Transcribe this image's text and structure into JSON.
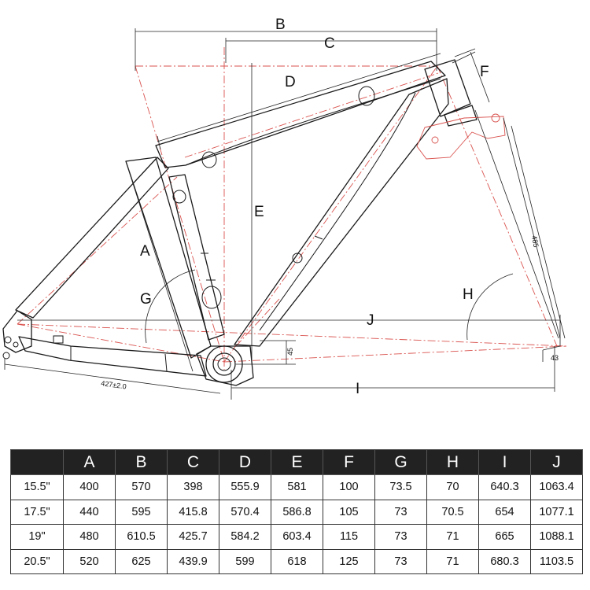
{
  "diagram": {
    "labels": {
      "A": "A",
      "B": "B",
      "C": "C",
      "D": "D",
      "E": "E",
      "F": "F",
      "G": "G",
      "H": "H",
      "I": "I",
      "J": "J"
    },
    "chainstay_note": "427±2.0",
    "bb_drop_note": "45",
    "fork_length_note": "485",
    "fork_offset_note": "43"
  },
  "table": {
    "columns": [
      "",
      "A",
      "B",
      "C",
      "D",
      "E",
      "F",
      "G",
      "H",
      "I",
      "J"
    ],
    "rows": [
      [
        "15.5\"",
        "400",
        "570",
        "398",
        "555.9",
        "581",
        "100",
        "73.5",
        "70",
        "640.3",
        "1063.4"
      ],
      [
        "17.5\"",
        "440",
        "595",
        "415.8",
        "570.4",
        "586.8",
        "105",
        "73",
        "70.5",
        "654",
        "1077.1"
      ],
      [
        "19\"",
        "480",
        "610.5",
        "425.7",
        "584.2",
        "603.4",
        "115",
        "73",
        "71",
        "665",
        "1088.1"
      ],
      [
        "20.5\"",
        "520",
        "625",
        "439.9",
        "599",
        "618",
        "125",
        "73",
        "71",
        "680.3",
        "1103.5"
      ]
    ]
  },
  "colors": {
    "frame": "#1a1a1a",
    "centerline": "#d9534f",
    "header_bg": "#222222",
    "header_text": "#ffffff"
  }
}
